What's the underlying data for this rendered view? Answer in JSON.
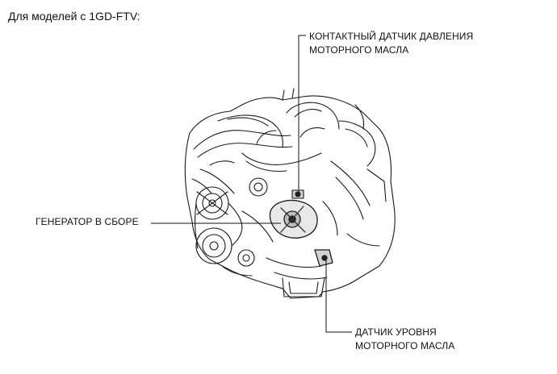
{
  "heading": "Для моделей с 1GD-FTV:",
  "callouts": {
    "oil_pressure_switch": {
      "line1": "КОНТАКТНЫЙ ДАТЧИК ДАВЛЕНИЯ",
      "line2": "МОТОРНОГО МАСЛА"
    },
    "generator": {
      "line1": "ГЕНЕРАТОР В СБОРЕ"
    },
    "oil_level_sensor": {
      "line1": "ДАТЧИК УРОВНЯ",
      "line2": "МОТОРНОГО МАСЛА"
    }
  }
}
